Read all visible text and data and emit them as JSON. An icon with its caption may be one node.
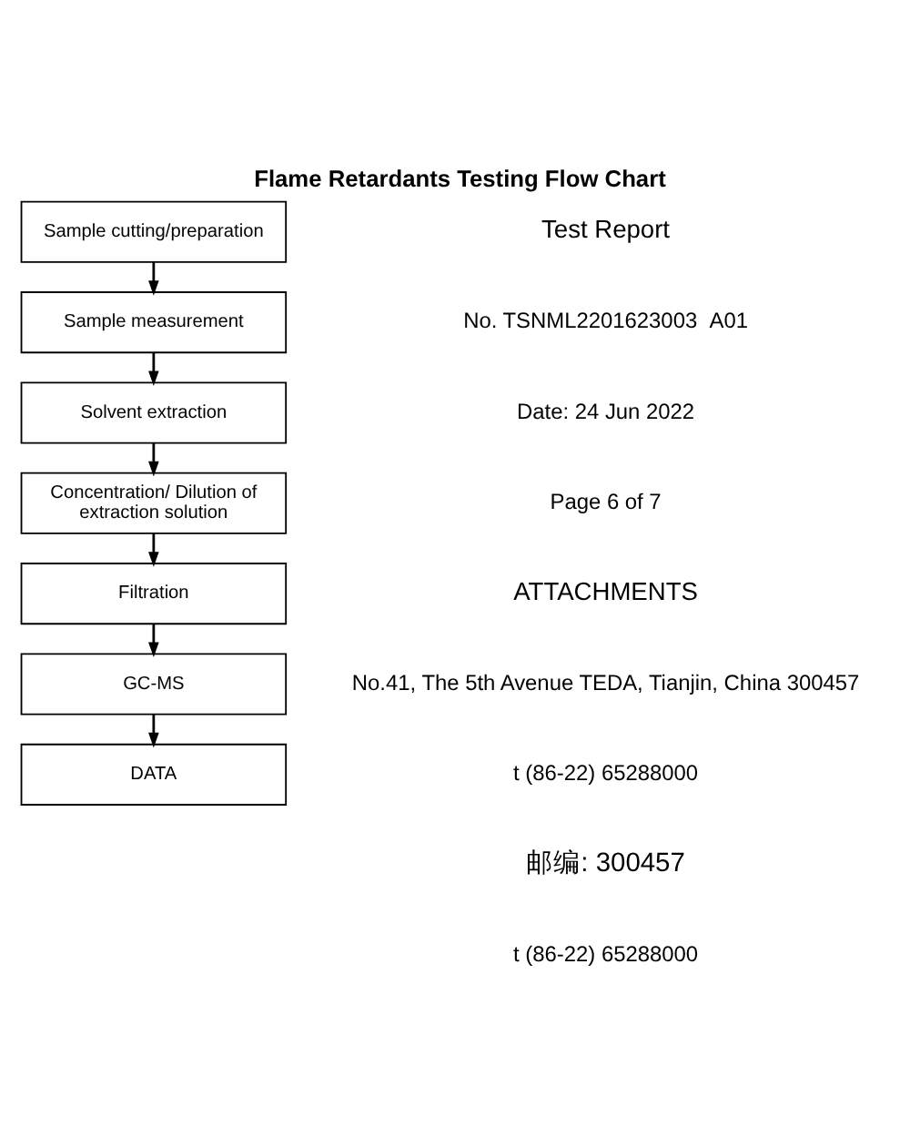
{
  "diagram": {
    "title": "Flame Retardants Testing Flow Chart",
    "nodes": [
      {
        "text": [
          "Sample cutting/preparation"
        ]
      },
      {
        "text": [
          "Sample measurement"
        ]
      },
      {
        "text": [
          "Solvent extraction"
        ]
      },
      {
        "text": [
          "Concentration/ Dilution of extraction solution"
        ]
      },
      {
        "text": [
          "Filtration"
        ]
      },
      {
        "text": [
          "GC-MS"
        ]
      },
      {
        "text": [
          "DATA"
        ]
      }
    ],
    "edges": [
      {
        "from": 0,
        "to": 1,
        "arrow": "to"
      },
      {
        "from": 1,
        "to": 2,
        "arrow": "to"
      },
      {
        "from": 2,
        "to": 3,
        "arrow": "to"
      },
      {
        "from": 3,
        "to": 4,
        "arrow": "to"
      },
      {
        "from": 4,
        "to": 5,
        "arrow": "to"
      },
      {
        "from": 5,
        "to": 6,
        "arrow": "to"
      }
    ],
    "labels": [
      "Test Report",
      "No. TSNML2201623003  A01",
      "Date: 24 Jun 2022",
      "Page 6 of 7",
      "ATTACHMENTS",
      "No.41, The 5th Avenue TEDA, Tianjin, China 300457",
      "t (86-22) 65288000",
      "邮编: 300457",
      "t (86-22) 65288000"
    ]
  }
}
